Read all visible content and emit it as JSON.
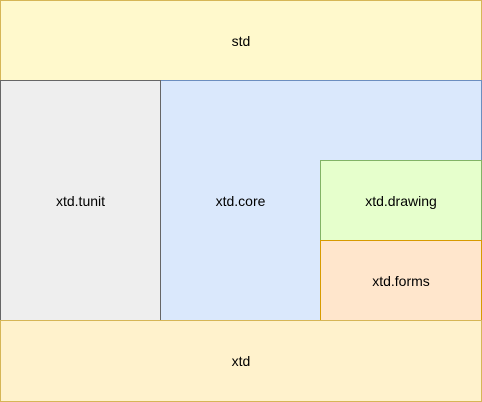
{
  "colors": {
    "std_fill": "#fff9cc",
    "tunit_fill": "#eeeeee",
    "core_fill": "#dae8fc",
    "drawing_fill": "#e6ffcc",
    "forms_fill": "#ffe6cc",
    "xtd_fill": "#fff2cc"
  },
  "blocks": {
    "std": "std",
    "tunit": "xtd.tunit",
    "core": "xtd.core",
    "drawing": "xtd.drawing",
    "forms": "xtd.forms",
    "xtd": "xtd"
  }
}
